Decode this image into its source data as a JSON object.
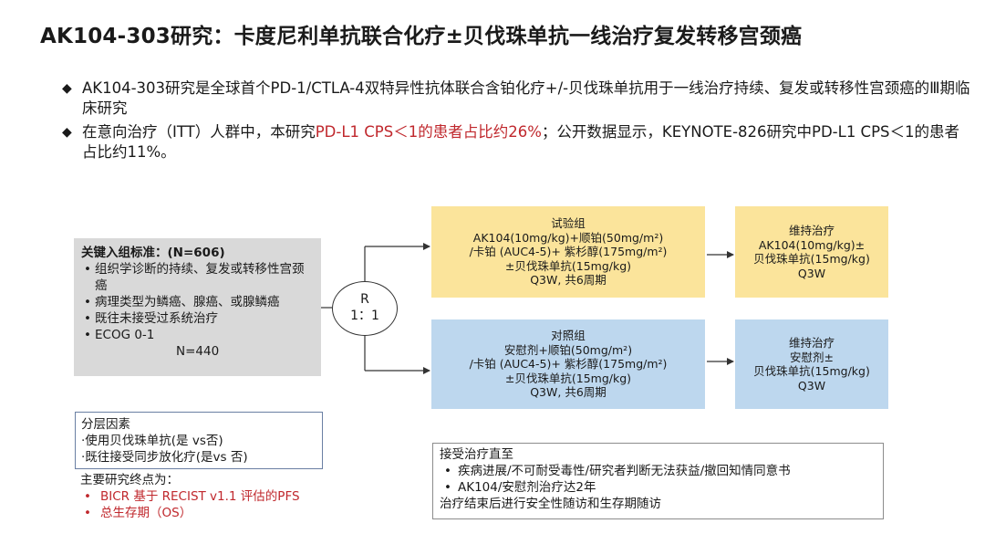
{
  "title": "AK104-303研究：卡度尼利单抗联合化疗±贝伐珠单抗一线治疗复发转移宫颈癌",
  "bullets": {
    "b1": "AK104-303研究是全球首个PD-1/CTLA-4双特异性抗体联合含铂化疗+/-贝伐珠单抗用于一线治疗持续、复发或转移性宫颈癌的Ⅲ期临床研究",
    "b2_pre": "在意向治疗（ITT）人群中，本研究",
    "b2_red": "PD-L1 CPS＜1的患者占比约26%",
    "b2_post": "；公开数据显示，KEYNOTE-826研究中PD-L1 CPS＜1的患者占比约11%。"
  },
  "criteria": {
    "head": "关键入组标准：(N=606)",
    "items": [
      "组织学诊断的持续、复发或转移性宫颈癌",
      "病理类型为鳞癌、腺癌、或腺鳞癌",
      "既往未接受过系统治疗",
      "ECOG 0-1"
    ],
    "n": "N=440"
  },
  "randomization": {
    "r": "R",
    "ratio": "1：1"
  },
  "experimental": {
    "label": "试验组",
    "l1": "AK104(10mg/kg)+顺铂(50mg/m²)",
    "l2": "/卡铂 (AUC4-5)+ 紫杉醇(175mg/m²)",
    "l3": "±贝伐珠单抗(15mg/kg)",
    "l4": "Q3W, 共6周期"
  },
  "control": {
    "label": "对照组",
    "l1": "安慰剂+顺铂(50mg/m²)",
    "l2": "/卡铂 (AUC4-5)+ 紫杉醇(175mg/m²)",
    "l3": "±贝伐珠单抗(15mg/kg)",
    "l4": "Q3W, 共6周期"
  },
  "maint_exp": {
    "label": "维持治疗",
    "l1": "AK104(10mg/kg)±",
    "l2": "贝伐珠单抗(15mg/kg)",
    "l3": "Q3W"
  },
  "maint_ctl": {
    "label": "维持治疗",
    "l1": "安慰剂±",
    "l2": "贝伐珠单抗(15mg/kg)",
    "l3": "Q3W"
  },
  "stratification": {
    "head": "分层因素",
    "items": [
      "·使用贝伐珠单抗(是 vs否)",
      "·既往接受同步放化疗(是vs 否)"
    ]
  },
  "endpoints": {
    "head": "主要研究终点为：",
    "items": [
      "BICR 基于 RECIST v1.1 评估的PFS",
      "总生存期（OS）"
    ]
  },
  "treatment": {
    "head": "接受治疗直至",
    "items": [
      "疾病进展/不可耐受毒性/研究者判断无法获益/撤回知情同意书",
      "AK104/安慰剂治疗达2年"
    ],
    "footer": "治疗结束后进行安全性随访和生存期随访"
  },
  "colors": {
    "red": "#c0282d",
    "yellow": "#fbe49b",
    "blue": "#bdd7ee",
    "grey": "#d9d9d9"
  }
}
